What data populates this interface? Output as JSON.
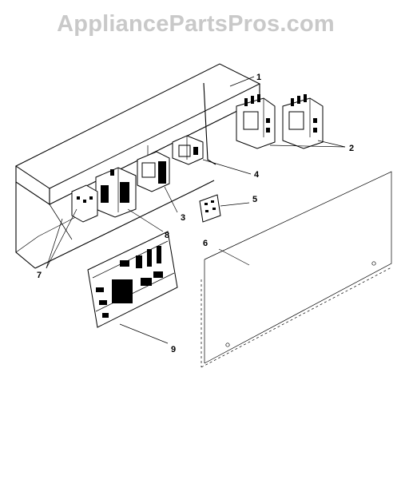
{
  "watermark": {
    "text": "AppliancePartsPros.com",
    "color": "#c9c9c9"
  },
  "callouts": [
    {
      "id": "1",
      "label": "1",
      "part": "panel-cover"
    },
    {
      "id": "2",
      "label": "2",
      "part": "contactors"
    },
    {
      "id": "3",
      "label": "3",
      "part": "transformer"
    },
    {
      "id": "4",
      "label": "4",
      "part": "relay"
    },
    {
      "id": "5",
      "label": "5",
      "part": "small-circuit-board"
    },
    {
      "id": "6",
      "label": "6",
      "part": "access-panel"
    },
    {
      "id": "7",
      "label": "7",
      "part": "terminal-block"
    },
    {
      "id": "8",
      "label": "8",
      "part": "relay-assembly"
    },
    {
      "id": "9",
      "label": "9",
      "part": "control-board"
    }
  ]
}
